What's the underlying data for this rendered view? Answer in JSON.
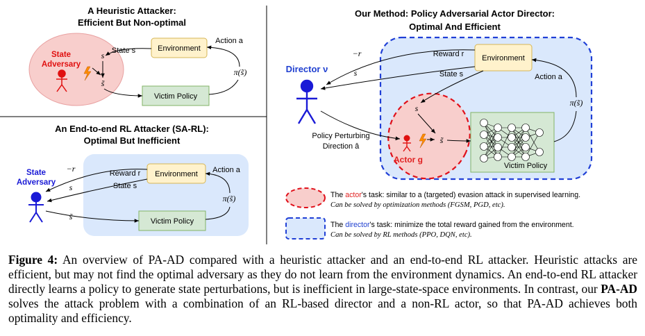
{
  "panel_heuristic": {
    "title_line1": "A Heuristic Attacker:",
    "title_line2": "Efficient But Non-optimal",
    "state_adversary_line1": "State",
    "state_adversary_line2": "Adversary",
    "state_label": "State s",
    "action_label": "Action a",
    "environment": "Environment",
    "victim_policy": "Victim Policy",
    "s": "s",
    "s_tilde": "s̃",
    "pi_s_tilde": "π(s̃)"
  },
  "panel_sarl": {
    "title_line1": "An End-to-end RL Attacker (SA-RL):",
    "title_line2": "Optimal But Inefficient",
    "state_adversary_line1": "State",
    "state_adversary_line2": "Adversary",
    "neg_r": "−r",
    "s": "s",
    "s_tilde": "s̃",
    "reward_label": "Reward r",
    "state_label": "State s",
    "action_label": "Action a",
    "environment": "Environment",
    "victim_policy": "Victim Policy",
    "pi_s_tilde": "π(s̃)"
  },
  "panel_paad": {
    "title_line1": "Our Method: Policy Adversarial Actor Director:",
    "title_line2": "Optimal And Efficient",
    "director_label": "Director ν",
    "neg_r": "−r",
    "s": "s",
    "reward_label": "Reward r",
    "state_label": "State s",
    "action_label": "Action a",
    "environment": "Environment",
    "victim_policy": "Victim Policy",
    "pi_s_tilde": "π(s̃)",
    "s_inner": "s",
    "s_tilde": "s̃",
    "actor_label": "Actor g",
    "policy_perturbing_line1": "Policy Perturbing",
    "policy_perturbing_line2": "Direction â"
  },
  "legend": {
    "actor_prefix": "The ",
    "actor_word": "actor",
    "actor_rest": "'s task: similar to a (targeted) evasion attack in supervised learning.",
    "actor_line2": "Can be solved by optimization methods (FGSM, PGD, etc).",
    "director_prefix": "The ",
    "director_word": "director",
    "director_rest": "'s task: minimize the total reward gained from the environment.",
    "director_line2": "Can be solved by RL methods (PPO, DQN, etc)."
  },
  "caption": {
    "label": "Figure 4:",
    "text1": " An overview of PA-AD compared with a heuristic attacker and an end-to-end RL attacker. Heuristic attacks are efficient, but may not find the optimal adversary as they do not learn from the environment dynamics. An end-to-end RL attacker directly learns a policy to generate state perturbations, but is inefficient in large-state-space environments.  In contrast, our ",
    "bold_name": "PA-AD",
    "text2": " solves the attack problem with a combination of an RL-based director and a non-RL actor, so that PA-AD achieves both optimality and efficiency."
  },
  "colors": {
    "env_fill": "#fff2cc",
    "env_stroke": "#d6b656",
    "victim_fill": "#d5e8d4",
    "victim_stroke": "#82b366",
    "blue_region": "#dae8fc",
    "blue_dash": "#1f3fd6",
    "red_region": "#f8cecc",
    "red_dash": "#e0101a",
    "stick_blue": "#1a1ad6",
    "stick_red": "#e01010",
    "bolt": "#ff8c00",
    "director_text": "#2040d0",
    "actor_text": "#e02020"
  }
}
